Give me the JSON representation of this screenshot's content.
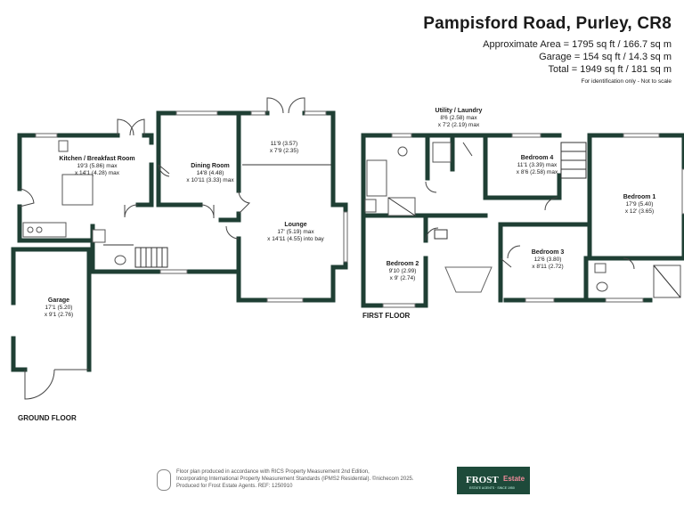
{
  "header": {
    "title": "Pampisford Road, Purley, CR8",
    "areas": [
      "Approximate Area = 1795 sq ft / 166.7 sq m",
      "Garage = 154 sq ft / 14.3 sq m",
      "Total = 1949 sq ft / 181 sq m"
    ],
    "disclaimer": "For identification only - Not to scale"
  },
  "floors": {
    "ground": "GROUND FLOOR",
    "first": "FIRST FLOOR"
  },
  "rooms": {
    "kitchen": {
      "name": "Kitchen / Breakfast Room",
      "dim1": "19'3 (5.86) max",
      "dim2": "x 14'1 (4.28) max"
    },
    "dining": {
      "name": "Dining Room",
      "dim1": "14'8 (4.48)",
      "dim2": "x 10'11 (3.33) max"
    },
    "lounge_upper": {
      "dim1": "11'9 (3.57)",
      "dim2": "x 7'9 (2.35)"
    },
    "lounge": {
      "name": "Lounge",
      "dim1": "17' (5.19) max",
      "dim2": "x 14'11 (4.55) into bay"
    },
    "garage": {
      "name": "Garage",
      "dim1": "17'1 (5.20)",
      "dim2": "x 9'1 (2.76)"
    },
    "utility": {
      "name": "Utility / Laundry",
      "dim1": "8'6 (2.58) max",
      "dim2": "x 7'2 (2.19) max"
    },
    "bedroom4": {
      "name": "Bedroom 4",
      "dim1": "11'1 (3.39) max",
      "dim2": "x 8'6 (2.58) max"
    },
    "bedroom1": {
      "name": "Bedroom 1",
      "dim1": "17'9 (5.40)",
      "dim2": "x 12' (3.65)"
    },
    "bedroom2": {
      "name": "Bedroom 2",
      "dim1": "9'10 (2.99)",
      "dim2": "x 9' (2.74)"
    },
    "bedroom3": {
      "name": "Bedroom 3",
      "dim1": "12'6 (3.80)",
      "dim2": "x 8'11 (2.72)"
    }
  },
  "footer": {
    "lines": [
      "Floor plan produced in accordance with RICS Property Measurement 2nd Edition,",
      "Incorporating International Property Measurement Standards (IPMS2 Residential). ©nichecom 2025.",
      "Produced for Frost Estate Agents.   REF: 1250910"
    ]
  },
  "logo": {
    "main": "FROST",
    "sub": "Estate",
    "tag": "ESTATE AGENTS · SINCE 1950",
    "colors": {
      "background": "#1e4a3a",
      "accent": "#f28b9b"
    }
  }
}
